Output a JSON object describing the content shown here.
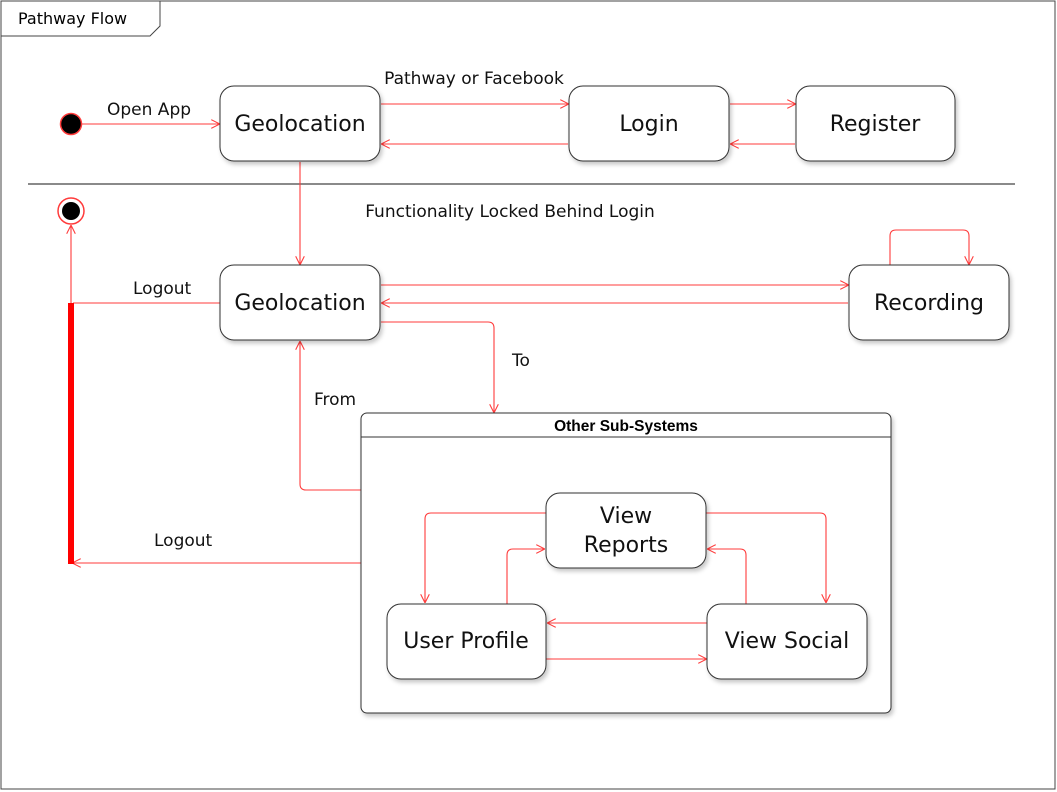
{
  "frame": {
    "title": "Pathway Flow"
  },
  "top": {
    "geolocation": "Geolocation",
    "login": "Login",
    "register": "Register",
    "open_app_label": "Open App",
    "pathway_label": "Pathway or Facebook"
  },
  "locked_label": "Functionality Locked Behind Login",
  "main": {
    "geolocation": "Geolocation",
    "recording": "Recording",
    "logout_label": "Logout",
    "to_label": "To",
    "from_label": "From",
    "logout_bottom_label": "Logout"
  },
  "subsystems": {
    "title": "Other Sub-Systems",
    "view_reports_line1": "View",
    "view_reports_line2": "Reports",
    "user_profile": "User Profile",
    "view_social": "View Social"
  },
  "colors": {
    "edge": "#ff3b3b",
    "bar": "#ff0000",
    "node_stroke": "#333333"
  }
}
